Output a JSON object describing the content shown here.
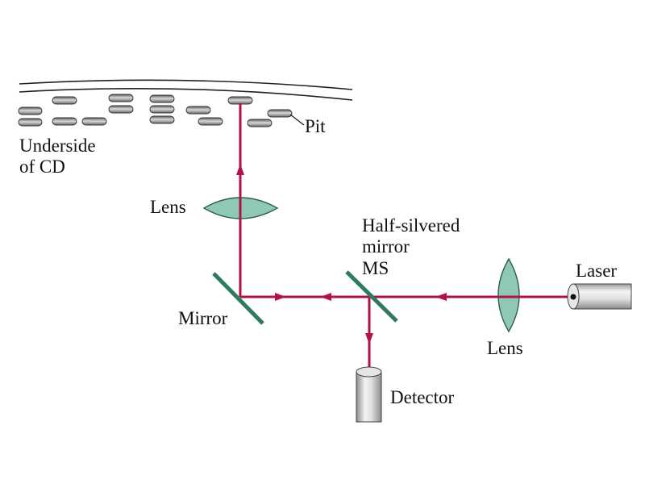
{
  "labels": {
    "underside_line1": "Underside",
    "underside_line2": "of CD",
    "pit": "Pit",
    "lens_top": "Lens",
    "half_silvered_line1": "Half-silvered",
    "half_silvered_line2": "mirror",
    "half_silvered_line3": "MS",
    "laser": "Laser",
    "mirror": "Mirror",
    "lens_right": "Lens",
    "detector": "Detector"
  },
  "colors": {
    "beam": "#b0124f",
    "lens_fill": "#8fc9b3",
    "mirror": "#2e7a62",
    "pit_fill": "#8a8a8a",
    "cylinder_light": "#f2f2f2",
    "cylinder_dark": "#9a9a9a"
  },
  "icons": {
    "beam_arrow": "arrowhead-icon",
    "lens": "convex-lens-icon",
    "mirror": "plane-mirror-icon",
    "laser": "cylinder-icon",
    "detector": "cylinder-icon"
  }
}
